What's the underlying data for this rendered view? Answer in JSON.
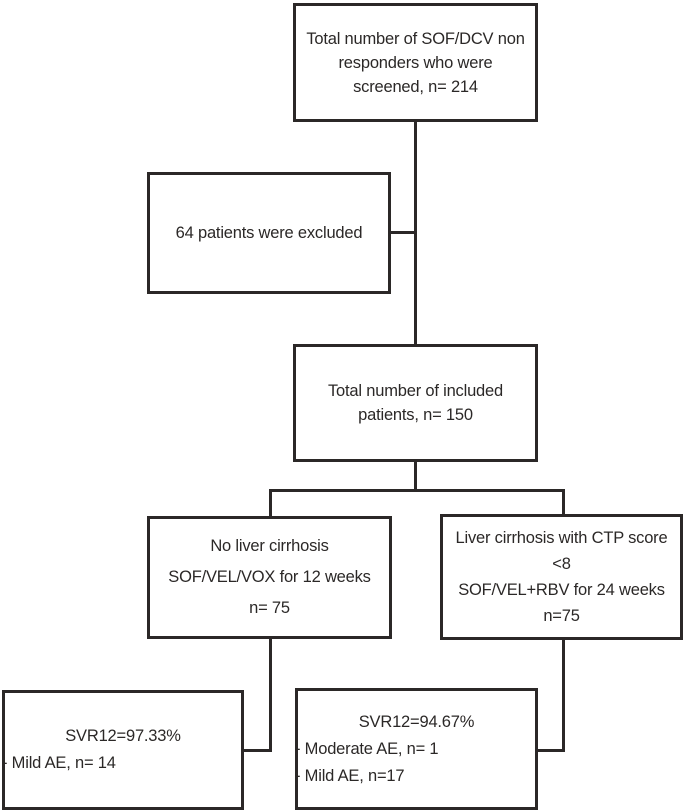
{
  "diagram": {
    "type": "patient-flow-chart",
    "colors": {
      "line": "#2b2827",
      "text": "#2b2827",
      "background": "#ffffff"
    },
    "boxes": {
      "screened": {
        "lines": [
          "Total number of SOF/DCV non",
          "responders who were",
          "screened, n= 214"
        ]
      },
      "excluded": {
        "lines": [
          "64 patients were excluded"
        ]
      },
      "included": {
        "lines": [
          "Total number of included",
          "patients, n= 150"
        ]
      },
      "no_cirrhosis": {
        "lines": [
          "No liver cirrhosis",
          "SOF/VEL/VOX for 12 weeks",
          "n= 75"
        ]
      },
      "cirrhosis": {
        "lines": [
          "Liver cirrhosis with CTP score",
          "<8",
          "SOF/VEL+RBV for 24 weeks",
          "n=75"
        ]
      },
      "outcome_left": {
        "center_line": "SVR12=97.33%",
        "detail_lines": [
          "- Mild AE, n= 14"
        ]
      },
      "outcome_right": {
        "center_line": "SVR12=94.67%",
        "detail_lines": [
          "- Moderate AE, n= 1",
          "- Mild AE, n=17"
        ]
      }
    }
  }
}
